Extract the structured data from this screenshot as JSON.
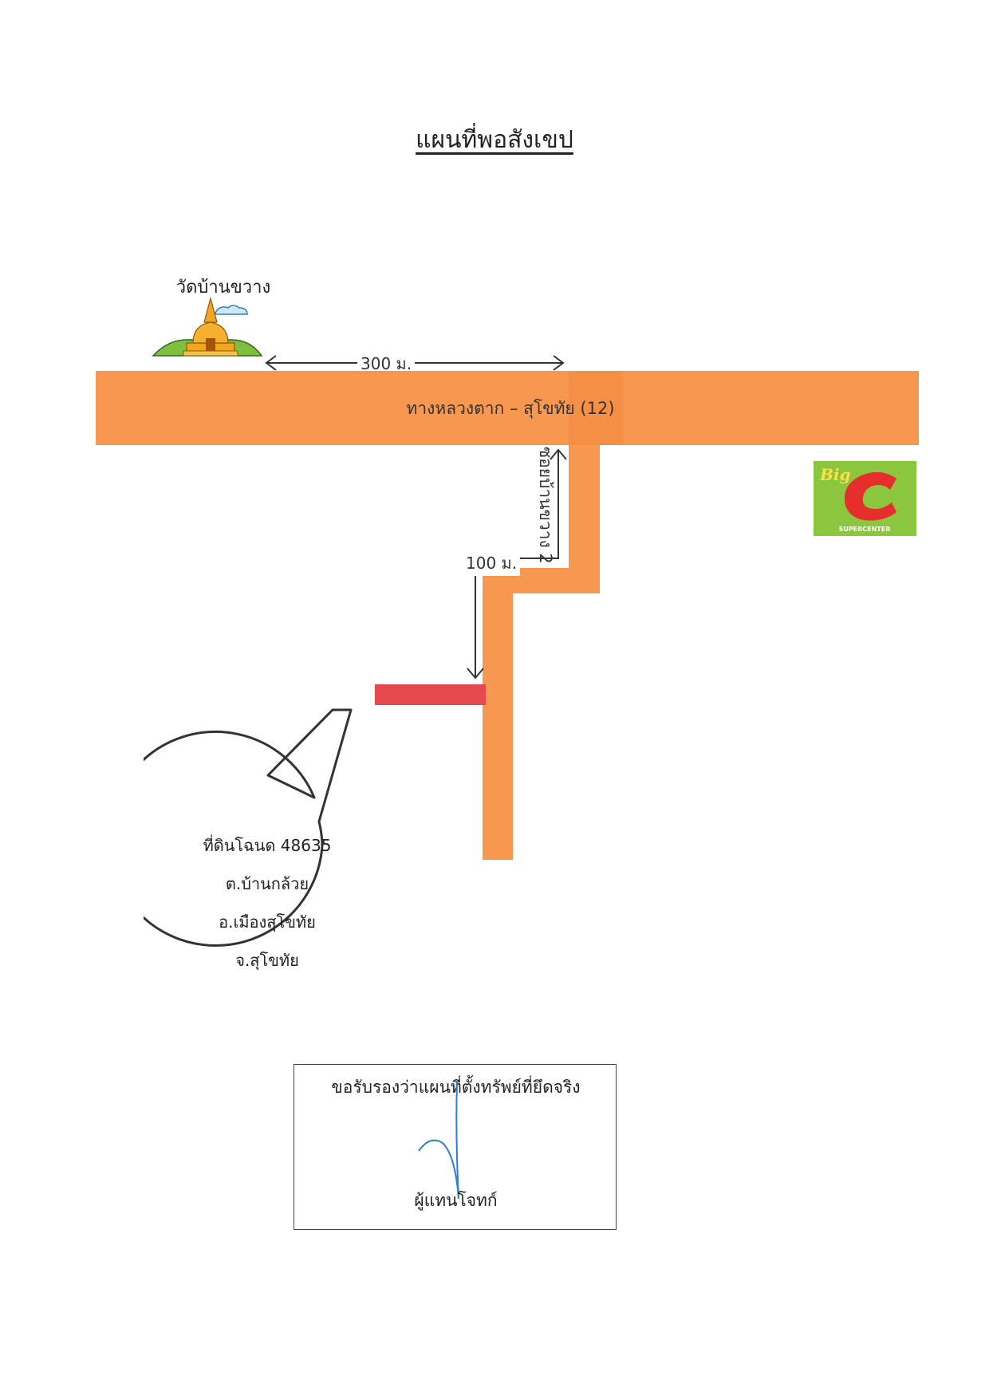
{
  "title": "แผนที่พอสังเขป",
  "temple": {
    "label": "วัดบ้านขวาง",
    "icon": "temple-icon"
  },
  "highway": {
    "label": "ทางหลวงตาก – สุโขทัย (12)"
  },
  "soi": {
    "label": "ซอยบ้านขวาง 2"
  },
  "distances": {
    "temple_to_soi": "300 ม.",
    "soi_to_plot": "100 ม."
  },
  "landmark": {
    "logo_text": "Big",
    "logo_letter": "C",
    "logo_sub": "SUPERCENTER",
    "icon": "bigc-logo-icon"
  },
  "plot_callout": {
    "lines": [
      "ที่ดินโฉนด 48635",
      "ต.บ้านกล้วย",
      "อ.เมืองสุโขทัย",
      "จ.สุโขทัย"
    ]
  },
  "certification": {
    "statement": "ขอรับรองว่าแผนที่ตั้งทรัพย์ที่ยึดจริง",
    "signer": "ผู้แทนโจทก์"
  },
  "colors": {
    "road": "#f79750",
    "plot": "#e5484d",
    "logo_green": "#8cc63f",
    "logo_red": "#e62e2d",
    "signature": "#2f7fd1"
  }
}
